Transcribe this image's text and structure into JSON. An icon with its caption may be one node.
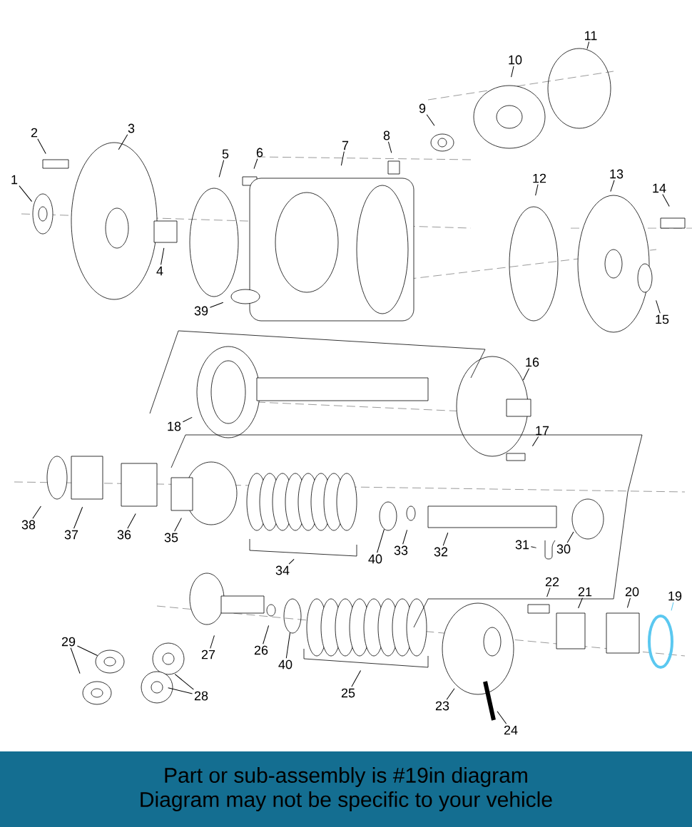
{
  "diagram": {
    "nodes": [
      {
        "text": [
          "11"
        ]
      },
      {
        "text": [
          "10"
        ]
      },
      {
        "text": [
          "9"
        ]
      },
      {
        "text": [
          "2"
        ]
      },
      {
        "text": [
          "3"
        ]
      },
      {
        "text": [
          "8"
        ]
      },
      {
        "text": [
          "7"
        ]
      },
      {
        "text": [
          "5"
        ]
      },
      {
        "text": [
          "6"
        ]
      },
      {
        "text": [
          "1"
        ]
      },
      {
        "text": [
          "12"
        ]
      },
      {
        "text": [
          "13"
        ]
      },
      {
        "text": [
          "14"
        ]
      },
      {
        "text": [
          "4"
        ]
      },
      {
        "text": [
          "39"
        ]
      },
      {
        "text": [
          "15"
        ]
      },
      {
        "text": [
          "16"
        ]
      },
      {
        "text": [
          "18"
        ]
      },
      {
        "text": [
          "17"
        ]
      },
      {
        "text": [
          "38"
        ]
      },
      {
        "text": [
          "37"
        ]
      },
      {
        "text": [
          "36"
        ]
      },
      {
        "text": [
          "35"
        ]
      },
      {
        "text": [
          "40"
        ]
      },
      {
        "text": [
          "33"
        ]
      },
      {
        "text": [
          "32"
        ]
      },
      {
        "text": [
          "31"
        ]
      },
      {
        "text": [
          "30"
        ]
      },
      {
        "text": [
          "34"
        ]
      },
      {
        "text": [
          "22"
        ]
      },
      {
        "text": [
          "21"
        ]
      },
      {
        "text": [
          "20"
        ]
      },
      {
        "text": [
          "19"
        ]
      },
      {
        "text": [
          "29"
        ]
      },
      {
        "text": [
          "27"
        ]
      },
      {
        "text": [
          "26"
        ]
      },
      {
        "text": [
          "40"
        ]
      },
      {
        "text": [
          "28"
        ]
      },
      {
        "text": [
          "25"
        ]
      },
      {
        "text": [
          "23"
        ]
      },
      {
        "text": [
          "24"
        ]
      },
      {
        "text": [
          "Part or sub-assembly is #19in diagram",
          "Diagram may not be specific to your vehicle"
        ]
      },
      {
        "text": [],
        "shape": "bracket"
      },
      {
        "text": [],
        "shape": "bracket"
      },
      {
        "text": [],
        "shape": "circle"
      },
      {
        "text": [],
        "shape": "circle"
      },
      {
        "text": [],
        "shape": "picture"
      },
      {
        "text": [],
        "shape": "circle"
      }
    ],
    "edges": [
      {
        "from": 0,
        "to": null,
        "arrow": "none"
      },
      {
        "from": 1,
        "to": null,
        "arrow": "none"
      },
      {
        "from": 2,
        "to": null,
        "arrow": "none"
      },
      {
        "from": 3,
        "to": null,
        "arrow": "none"
      },
      {
        "from": 4,
        "to": null,
        "arrow": "none"
      },
      {
        "from": 5,
        "to": null,
        "arrow": "none"
      },
      {
        "from": 6,
        "to": null,
        "arrow": "none"
      },
      {
        "from": 7,
        "to": null,
        "arrow": "none"
      },
      {
        "from": 8,
        "to": null,
        "arrow": "none"
      },
      {
        "from": 9,
        "to": null,
        "arrow": "none"
      },
      {
        "from": 10,
        "to": null,
        "arrow": "none"
      },
      {
        "from": 11,
        "to": null,
        "arrow": "none"
      },
      {
        "from": 12,
        "to": null,
        "arrow": "none"
      },
      {
        "from": 13,
        "to": null,
        "arrow": "none"
      },
      {
        "from": 14,
        "to": null,
        "arrow": "none"
      },
      {
        "from": 15,
        "to": null,
        "arrow": "none"
      },
      {
        "from": 16,
        "to": null,
        "arrow": "none"
      },
      {
        "from": 17,
        "to": null,
        "arrow": "none"
      },
      {
        "from": 18,
        "to": null,
        "arrow": "none"
      },
      {
        "from": 19,
        "to": null,
        "arrow": "none"
      },
      {
        "from": 20,
        "to": null,
        "arrow": "none"
      },
      {
        "from": 21,
        "to": null,
        "arrow": "none"
      },
      {
        "from": 22,
        "to": null,
        "arrow": "none"
      },
      {
        "from": 23,
        "to": 44,
        "arrow": "none"
      },
      {
        "from": 24,
        "to": null,
        "arrow": "none"
      },
      {
        "from": 25,
        "to": null,
        "arrow": "none"
      },
      {
        "from": 26,
        "to": 46,
        "arrow": "none"
      },
      {
        "from": 27,
        "to": null,
        "arrow": "none"
      },
      {
        "from": 28,
        "to": 42,
        "arrow": "none"
      },
      {
        "from": 29,
        "to": null,
        "arrow": "none"
      },
      {
        "from": 30,
        "to": null,
        "arrow": "none"
      },
      {
        "from": 31,
        "to": null,
        "arrow": "none"
      },
      {
        "from": 32,
        "to": null,
        "arrow": "none",
        "color": "#5bc8f0"
      },
      {
        "from": 33,
        "to": 47,
        "arrow": "none"
      },
      {
        "from": 33,
        "to": null,
        "arrow": "none"
      },
      {
        "from": 34,
        "to": null,
        "arrow": "none"
      },
      {
        "from": 35,
        "to": null,
        "arrow": "none"
      },
      {
        "from": 36,
        "to": 45,
        "arrow": "none"
      },
      {
        "from": 37,
        "to": null,
        "arrow": "none"
      },
      {
        "from": 37,
        "to": null,
        "arrow": "none"
      },
      {
        "from": 38,
        "to": 43,
        "arrow": "none"
      },
      {
        "from": 39,
        "to": null,
        "arrow": "none"
      },
      {
        "from": 40,
        "to": null,
        "arrow": "none"
      }
    ]
  }
}
